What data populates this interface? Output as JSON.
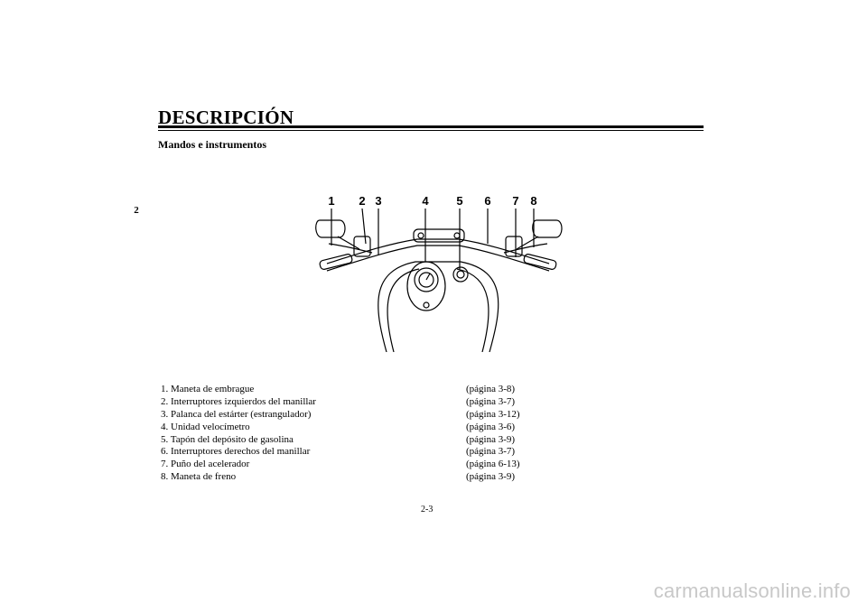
{
  "header": {
    "title": "DESCRIPCIÓN",
    "subtitle": "Mandos e instrumentos"
  },
  "sidebar": {
    "chapter": "2"
  },
  "figure": {
    "callouts": [
      "1",
      "2",
      "3",
      "4",
      "5",
      "6",
      "7",
      "8"
    ]
  },
  "parts": [
    {
      "label": "1. Maneta de embrague",
      "ref": "(página 3-8)"
    },
    {
      "label": "2. Interruptores izquierdos del manillar",
      "ref": "(página 3-7)"
    },
    {
      "label": "3. Palanca del estárter (estrangulador)",
      "ref": "(página 3-12)"
    },
    {
      "label": "4. Unidad velocímetro",
      "ref": "(página 3-6)"
    },
    {
      "label": "5. Tapón del depósito de gasolina",
      "ref": "(página 3-9)"
    },
    {
      "label": "6. Interruptores derechos del manillar",
      "ref": "(página 3-7)"
    },
    {
      "label": "7. Puño del acelerador",
      "ref": "(página 6-13)"
    },
    {
      "label": "8. Maneta de freno",
      "ref": "(página 3-9)"
    }
  ],
  "footer": {
    "page_number": "2-3",
    "watermark": "carmanualsonline.info"
  }
}
